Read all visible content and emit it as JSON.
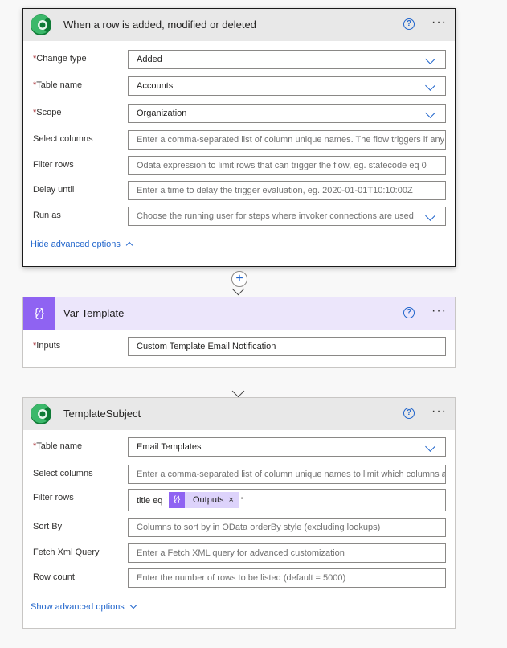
{
  "trigger": {
    "title": "When a row is added, modified or deleted",
    "fields": {
      "change_type": {
        "label": "Change type",
        "value": "Added"
      },
      "table_name": {
        "label": "Table name",
        "value": "Accounts"
      },
      "scope": {
        "label": "Scope",
        "value": "Organization"
      },
      "select_columns": {
        "label": "Select columns",
        "placeholder": "Enter a comma-separated list of column unique names. The flow triggers if any"
      },
      "filter_rows": {
        "label": "Filter rows",
        "placeholder": "Odata expression to limit rows that can trigger the flow, eg. statecode eq 0"
      },
      "delay_until": {
        "label": "Delay until",
        "placeholder": "Enter a time to delay the trigger evaluation, eg. 2020-01-01T10:10:00Z"
      },
      "run_as": {
        "label": "Run as",
        "placeholder": "Choose the running user for steps where invoker connections are used"
      }
    },
    "advanced_toggle": "Hide advanced options"
  },
  "var_template": {
    "title": "Var Template",
    "icon_glyph": "{⁄}",
    "inputs": {
      "label": "Inputs",
      "value": "Custom Template Email Notification"
    }
  },
  "template_subject": {
    "title": "TemplateSubject",
    "fields": {
      "table_name": {
        "label": "Table name",
        "value": "Email Templates"
      },
      "select_columns": {
        "label": "Select columns",
        "placeholder": "Enter a comma-separated list of column unique names to limit which columns a"
      },
      "filter_rows": {
        "label": "Filter rows",
        "prefix": "title eq '",
        "chip": "Outputs",
        "suffix": "'"
      },
      "sort_by": {
        "label": "Sort By",
        "placeholder": "Columns to sort by in OData orderBy style (excluding lookups)"
      },
      "fetch_xml": {
        "label": "Fetch Xml Query",
        "placeholder": "Enter a Fetch XML query for advanced customization"
      },
      "row_count": {
        "label": "Row count",
        "placeholder": "Enter the number of rows to be listed (default = 5000)"
      }
    },
    "advanced_toggle": "Show advanced options"
  },
  "common": {
    "help_glyph": "?",
    "more_glyph": "···",
    "required_mark": "*",
    "plus_glyph": "+",
    "chip_icon": "{⁄}",
    "chip_close": "×"
  },
  "colors": {
    "accent": "#2266cc",
    "dataverse_green": "#0b8a3f",
    "variable_purple": "#8f63f2",
    "required_red": "#a4262c"
  }
}
